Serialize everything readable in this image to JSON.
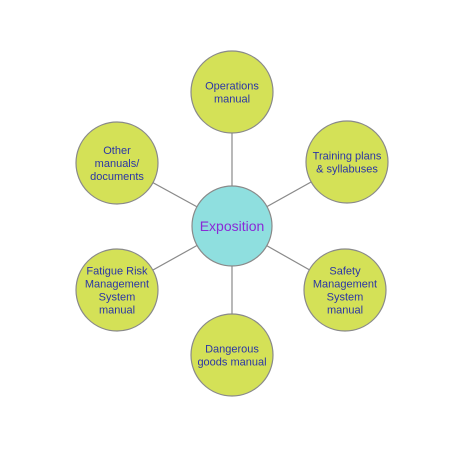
{
  "center": {
    "label": "Exposition",
    "colors": {
      "fill": "#8fdfdf",
      "text": "#8a2bd6"
    }
  },
  "nodes": [
    {
      "id": "operations-manual",
      "lines": [
        "Operations",
        "manual"
      ]
    },
    {
      "id": "training-plans",
      "lines": [
        "Training plans",
        "& syllabuses"
      ]
    },
    {
      "id": "safety-management",
      "lines": [
        "Safety",
        "Management",
        "System",
        "manual"
      ]
    },
    {
      "id": "dangerous-goods",
      "lines": [
        "Dangerous",
        "goods manual"
      ]
    },
    {
      "id": "fatigue-risk",
      "lines": [
        "Fatigue Risk",
        "Management",
        "System",
        "manual"
      ]
    },
    {
      "id": "other-manuals",
      "lines": [
        "Other",
        "manuals/",
        "documents"
      ]
    }
  ],
  "colors": {
    "node_fill": "#d4e157",
    "node_text": "#2b35a6",
    "line": "#8a8a8a"
  }
}
